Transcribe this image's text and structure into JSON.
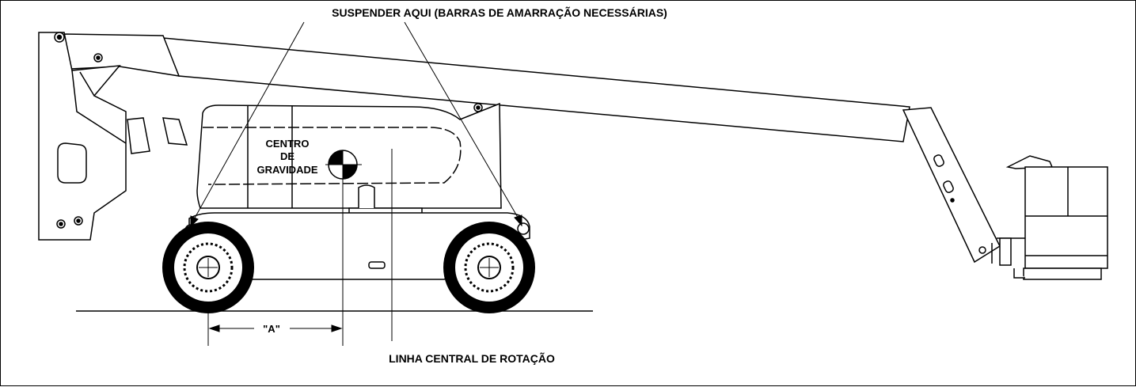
{
  "labels": {
    "lift_point": "SUSPENDER AQUI (BARRAS DE AMARRAÇÃO NECESSÁRIAS)",
    "cg_line1": "CENTRO",
    "cg_line2": "DE",
    "cg_line3": "GRAVIDADE",
    "dimension_a": "\"A\"",
    "center_line": "LINHA CENTRAL DE ROTAÇÃO"
  }
}
